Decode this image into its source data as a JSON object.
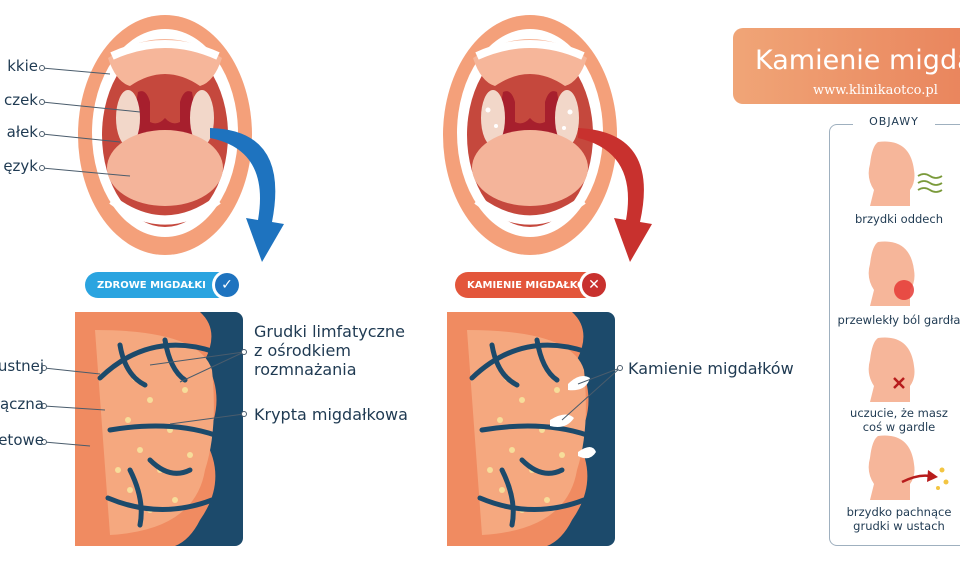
{
  "left_labels": [
    "kkie",
    "czek",
    "ałek",
    "ęzyk"
  ],
  "tissue_labels": [
    "ustnej",
    "ączna",
    "etowe"
  ],
  "badges": {
    "healthy": "ZDROWE MIGDAŁKI",
    "stones": "KAMIENIE MIGDAŁKÓW"
  },
  "annotations": {
    "lymph_line1": "Grudki limfatyczne",
    "lymph_line2": "z ośrodkiem",
    "lymph_line3": "rozmnażania",
    "crypt": "Krypta migdałkowa",
    "stones": "Kamienie migdałków"
  },
  "header": {
    "title": "Kamienie migda",
    "url": "www.klinikaotco.pl"
  },
  "symptoms": {
    "heading": "OBJAWY",
    "items": [
      {
        "line1": "brzydki oddech",
        "line2": "",
        "icon": "wavy-lines-icon"
      },
      {
        "line1": "przewlekły ból gardła",
        "line2": "",
        "icon": "throat-pain-icon"
      },
      {
        "line1": "uczucie, że masz",
        "line2": "coś w gardle",
        "icon": "x-mark-icon"
      },
      {
        "line1": "brzydko pachnące",
        "line2": "grudki w ustach",
        "icon": "spit-arrow-icon"
      }
    ]
  },
  "colors": {
    "blue_arrow": "#1e73bf",
    "red_arrow": "#c8312e",
    "pill_blue": "#2aa4e0",
    "pill_red": "#e3563b",
    "tissue_navy": "#1c4a6b",
    "tissue_orange": "#f08b61"
  }
}
